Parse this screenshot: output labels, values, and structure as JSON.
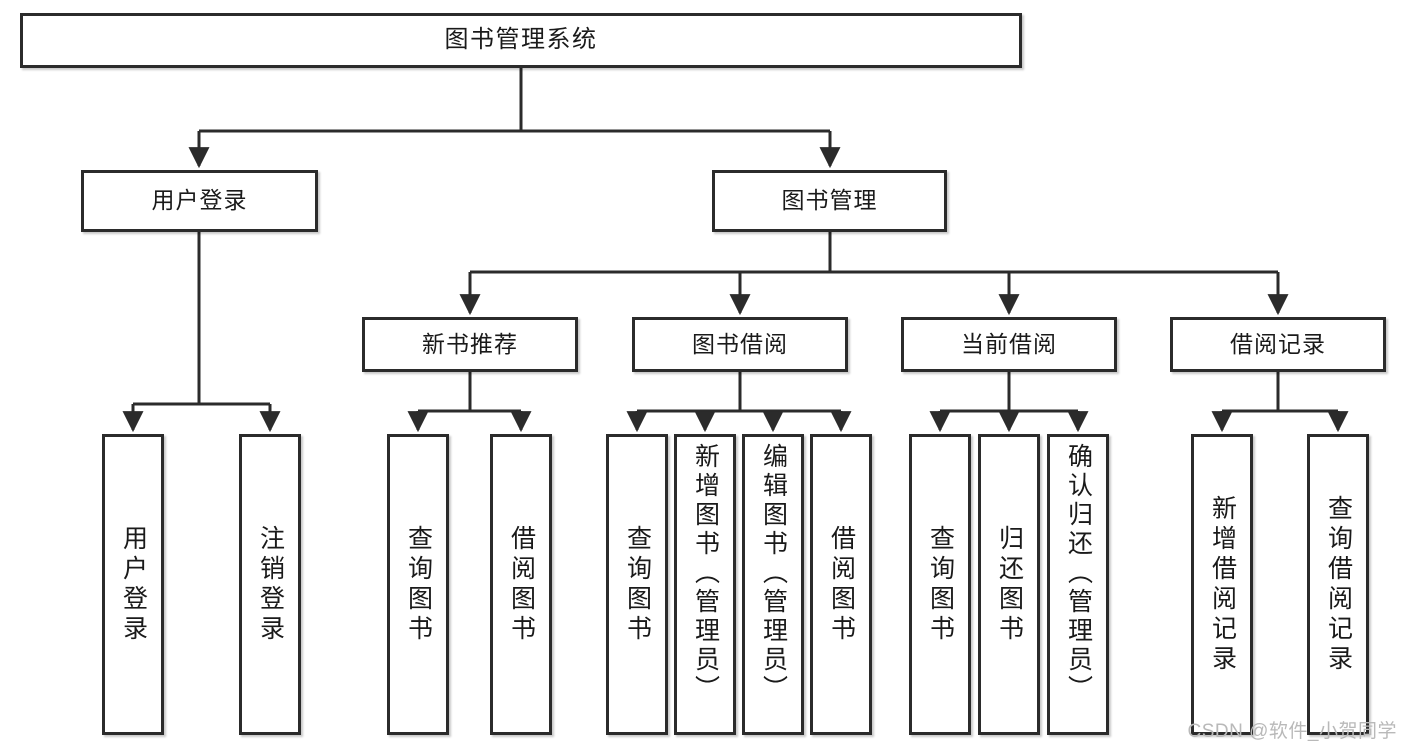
{
  "diagram": {
    "title": "图书管理系统",
    "kind": "功能结构图",
    "background_color": "#ffffff",
    "box_border_color": "#2b2b2b",
    "text_color": "#1a1a1a",
    "connector_color": "#2b2b2b"
  },
  "root": {
    "label": "图书管理系统"
  },
  "level2": [
    {
      "label": "用户登录"
    },
    {
      "label": "图书管理"
    }
  ],
  "level3": [
    {
      "label": "新书推荐"
    },
    {
      "label": "图书借阅"
    },
    {
      "label": "当前借阅"
    },
    {
      "label": "借阅记录"
    }
  ],
  "leaves": {
    "user_login": [
      {
        "label": "用户登录"
      },
      {
        "label": "注销登录"
      }
    ],
    "new_book_recommend": [
      {
        "label": "查询图书"
      },
      {
        "label": "借阅图书"
      }
    ],
    "book_borrow": [
      {
        "label": "查询图书"
      },
      {
        "label": "新增图书（管理员）"
      },
      {
        "label": "编辑图书（管理员）"
      },
      {
        "label": "借阅图书"
      }
    ],
    "current_borrow": [
      {
        "label": "查询图书"
      },
      {
        "label": "归还图书"
      },
      {
        "label": "确认归还（管理员）"
      }
    ],
    "borrow_record": [
      {
        "label": "新增借阅记录"
      },
      {
        "label": "查询借阅记录"
      }
    ]
  },
  "watermark": {
    "text": "CSDN @软件_小贺同学"
  }
}
